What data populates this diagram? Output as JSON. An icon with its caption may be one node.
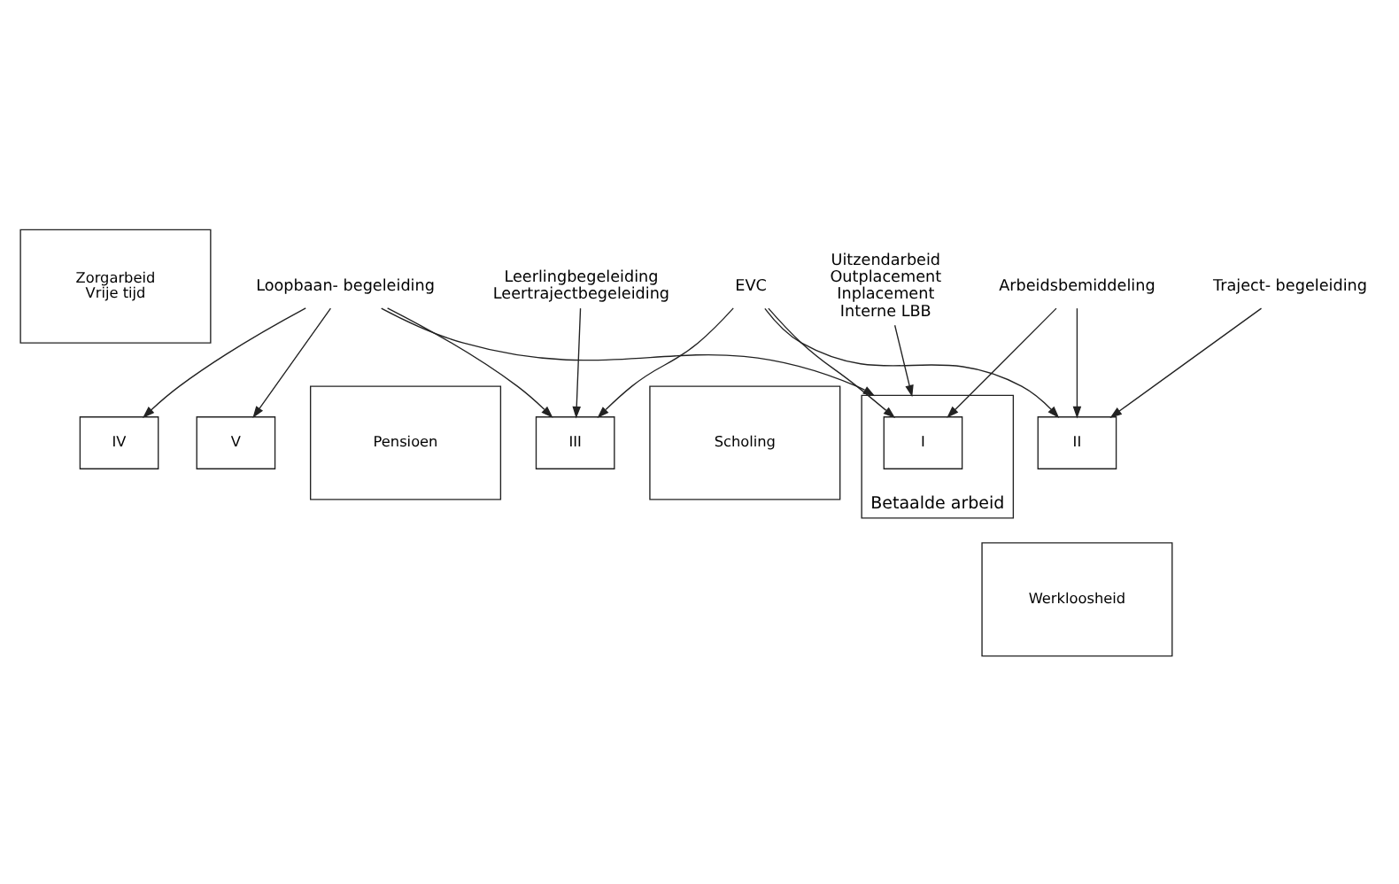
{
  "diagram": {
    "nodes": [
      {
        "text": [
          "Loopbaan- begeleiding"
        ]
      },
      {
        "text": [
          "Zorgarbeid",
          "Vrije tijd"
        ]
      },
      {
        "text": [
          "Uitzendarbeid",
          "Outplacement",
          "Inplacement",
          "Interne LBB"
        ]
      },
      {
        "text": [
          "IV"
        ]
      },
      {
        "text": [
          "Betaalde arbeid"
        ]
      },
      {
        "text": [
          "Scholing"
        ]
      },
      {
        "text": [
          "III"
        ]
      },
      {
        "text": [
          "I"
        ],
        "in": 4
      },
      {
        "text": [
          "V"
        ]
      },
      {
        "text": [
          "Pensioen"
        ]
      },
      {
        "text": [
          "II"
        ]
      },
      {
        "text": [
          "Leerlingbegeleiding",
          "Leertrajectbegeleiding"
        ]
      },
      {
        "text": [
          "EVC"
        ]
      },
      {
        "text": [
          "Werkloosheid"
        ]
      },
      {
        "text": [
          "Traject- begeleiding"
        ]
      },
      {
        "text": [
          "Arbeidsbemiddeling"
        ]
      }
    ],
    "edges": [
      {
        "from": 0,
        "to": 3,
        "arrow": "to"
      },
      {
        "from": 0,
        "to": 4,
        "arrow": "to"
      },
      {
        "from": 0,
        "to": 6,
        "arrow": "to"
      },
      {
        "from": 0,
        "to": 8,
        "arrow": "to"
      },
      {
        "from": 2,
        "to": 4,
        "arrow": "to"
      },
      {
        "from": 11,
        "to": 6,
        "arrow": "to"
      },
      {
        "from": 15,
        "to": 7,
        "arrow": "to"
      },
      {
        "from": 15,
        "to": 10,
        "arrow": "to"
      },
      {
        "from": 14,
        "to": 10,
        "arrow": "to"
      },
      {
        "from": 12,
        "to": 6,
        "arrow": "to"
      },
      {
        "from": 12,
        "to": 7,
        "arrow": "to"
      },
      {
        "from": 12,
        "to": 10,
        "arrow": "to"
      }
    ]
  }
}
